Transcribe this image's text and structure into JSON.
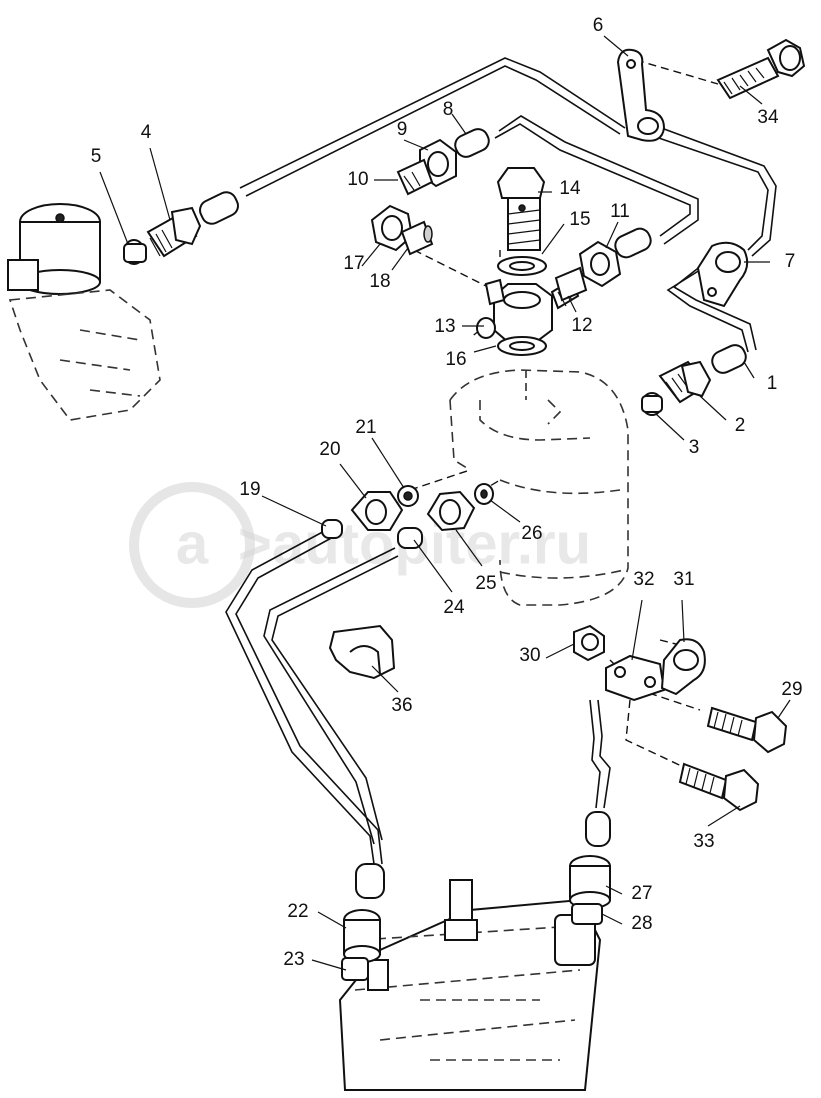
{
  "watermark": {
    "text": "autopiter.ru"
  },
  "callouts": [
    "1",
    "2",
    "3",
    "4",
    "5",
    "6",
    "7",
    "8",
    "9",
    "10",
    "11",
    "12",
    "13",
    "14",
    "15",
    "16",
    "17",
    "18",
    "19",
    "20",
    "21",
    "22",
    "23",
    "24",
    "25",
    "26",
    "27",
    "28",
    "29",
    "30",
    "31",
    "32",
    "33",
    "34",
    "36"
  ]
}
